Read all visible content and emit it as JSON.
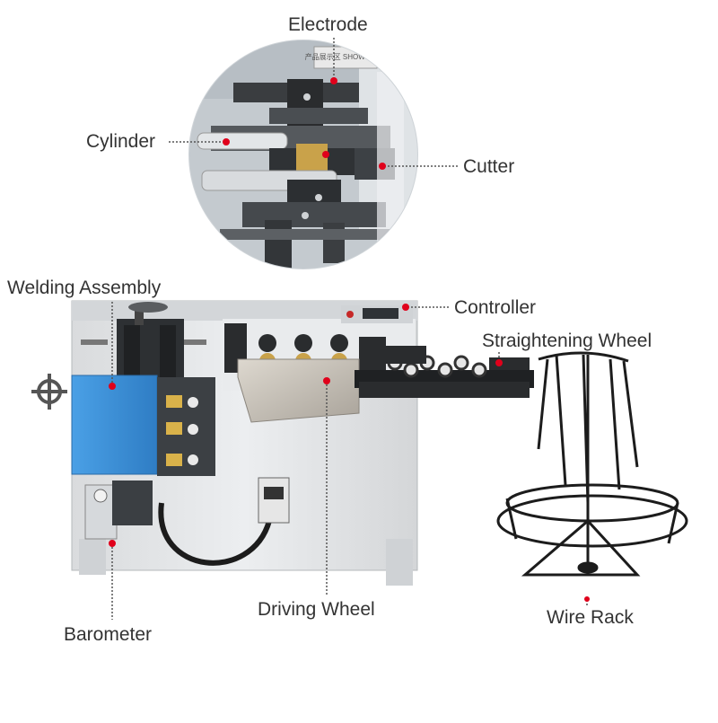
{
  "labels": {
    "electrode": "Electrode",
    "cylinder": "Cylinder",
    "cutter": "Cutter",
    "welding_assembly": "Welding Assembly",
    "controller": "Controller",
    "straightening_wheel": "Straightening Wheel",
    "driving_wheel": "Driving Wheel",
    "barometer": "Barometer",
    "wire_rack": "Wire Rack"
  },
  "sign_text": "产品展示区 SHOW AREA",
  "colors": {
    "marker_red": "#e0001b",
    "leader_line": "#555555",
    "machine_body": "#e6e8ea",
    "welding_cover": "#3b8fd6",
    "steel_guard": "#c9c4bb",
    "dark_metal": "#2a2c2e",
    "wire_rack": "#1c1c1c"
  }
}
